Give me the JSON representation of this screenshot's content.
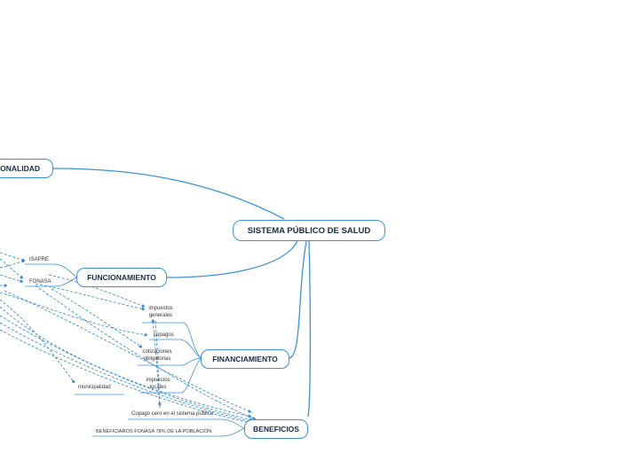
{
  "root": {
    "label": "SISTEMA PÚBLICO DE SALUD"
  },
  "branches": {
    "nacionalidad": {
      "label": "ONALIDAD"
    },
    "funcionamiento": {
      "label": "FUNCIONAMIENTO"
    },
    "financiamiento": {
      "label": "FINANCIAMIENTO"
    },
    "beneficios": {
      "label": "BENEFICIOS"
    }
  },
  "leaves": {
    "isapre": "ISAPRE",
    "fonasa": "FONASA",
    "impuestos_generales_1": "impuestos",
    "impuestos_generales_2": "generales",
    "copagos": "copagos",
    "cotizaciones_1": "cotizaciones",
    "cotizaciones_2": "obligatorias",
    "impuestos_locales_1": "impuestos",
    "impuestos_locales_2": "locales",
    "municipalidad": "municipalidad",
    "copago_cero": "Copago cero en el sistema público",
    "beneficiarios": "BENEFICIAROS FONASA 78% DE LA POBLACIÓN"
  },
  "colors": {
    "line": "#3b93d6",
    "dashed": "#2f86d0",
    "text": "#1b2c44"
  }
}
